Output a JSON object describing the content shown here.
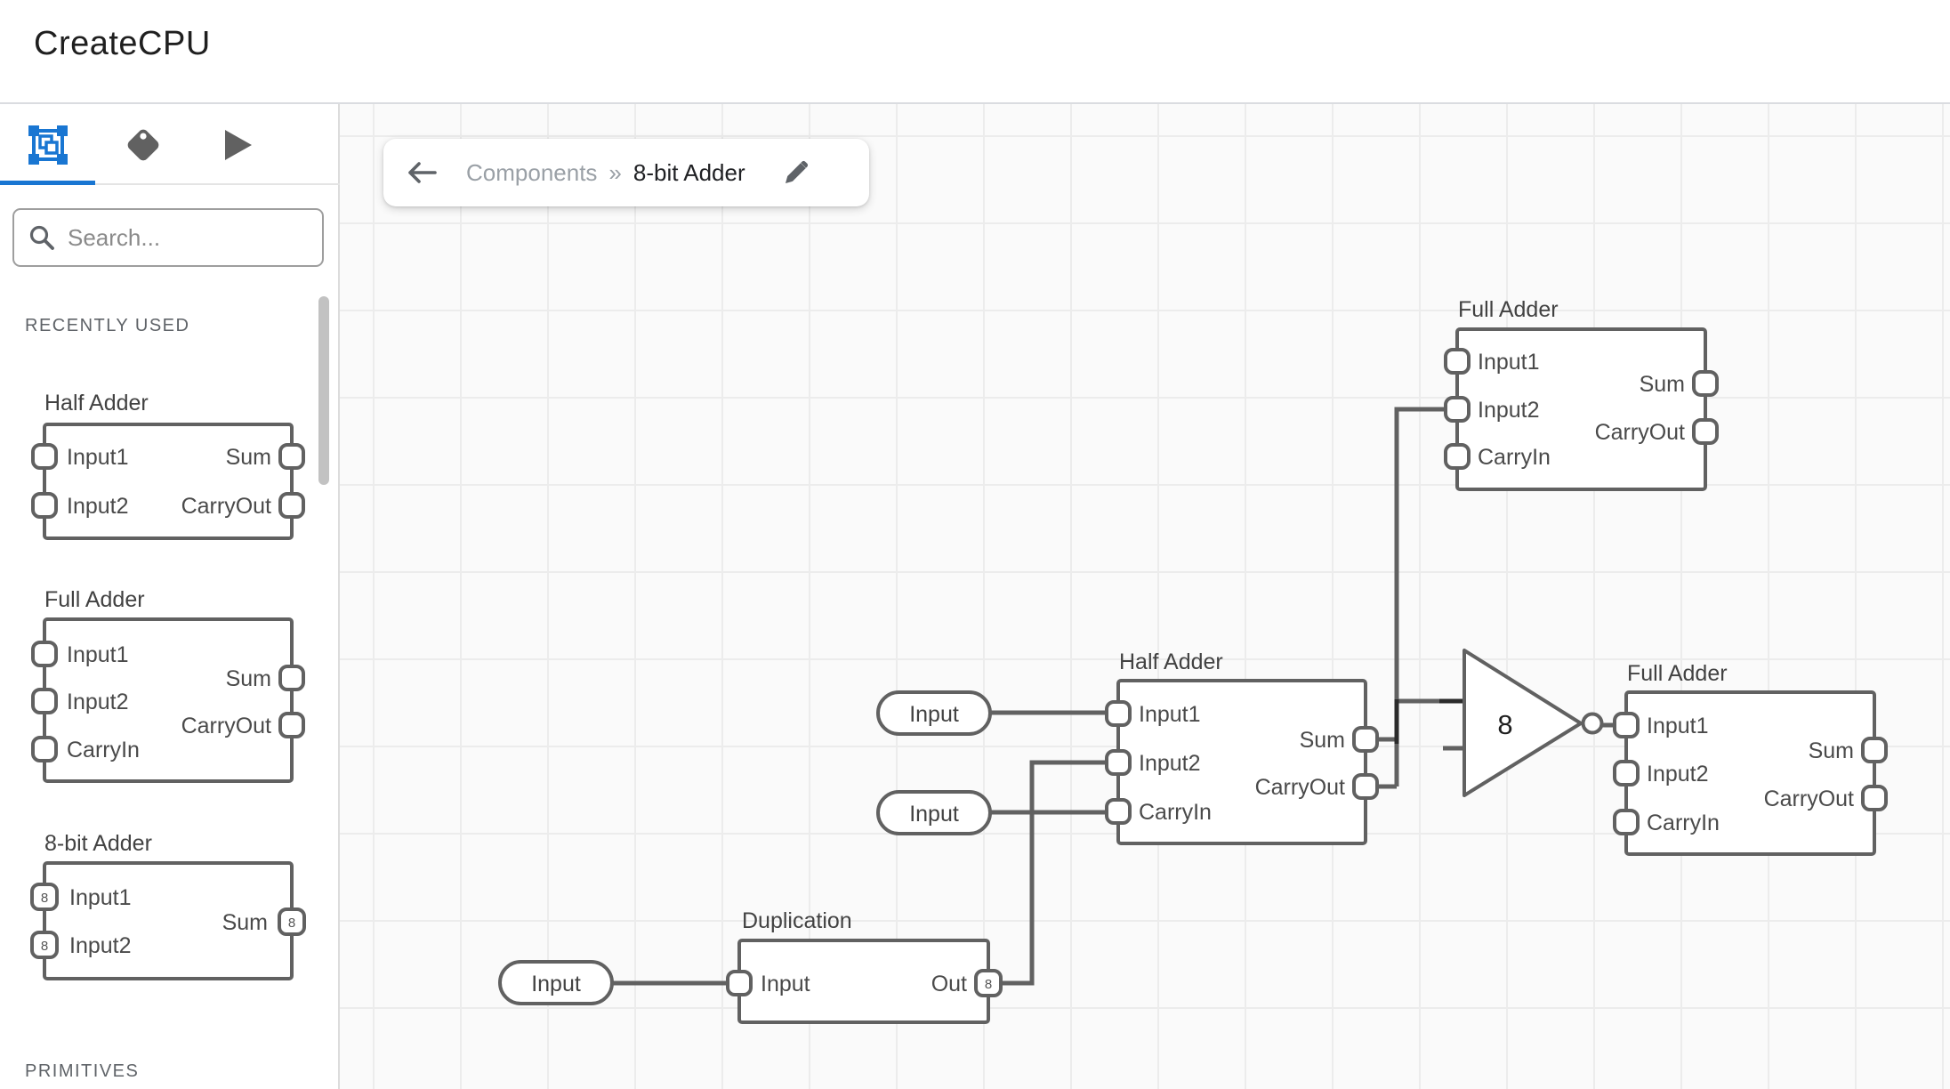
{
  "header": {
    "title": "CreateCPU"
  },
  "sidebar": {
    "search": {
      "placeholder": "Search..."
    },
    "sections": {
      "recent": "RECENTLY USED",
      "primitives": "PRIMITIVES"
    },
    "previews": [
      {
        "title": "Half Adder",
        "inputs": [
          "Input1",
          "Input2"
        ],
        "outputs": [
          "Sum",
          "CarryOut"
        ]
      },
      {
        "title": "Full Adder",
        "inputs": [
          "Input1",
          "Input2",
          "CarryIn"
        ],
        "outputs": [
          "Sum",
          "CarryOut"
        ]
      },
      {
        "title": "8-bit Adder",
        "inputs": [
          "Input1",
          "Input2"
        ],
        "outputs": [
          "Sum"
        ],
        "bus_width": "8"
      }
    ]
  },
  "breadcrumb": {
    "path": "Components",
    "separator": "»",
    "current": "8-bit Adder"
  },
  "canvas": {
    "pills": [
      {
        "label": "Input"
      },
      {
        "label": "Input"
      },
      {
        "label": "Input"
      }
    ],
    "half_adder": {
      "title": "Half Adder",
      "inputs": [
        "Input1",
        "Input2",
        "CarryIn"
      ],
      "outputs": [
        "Sum",
        "CarryOut"
      ]
    },
    "full_adder_top": {
      "title": "Full Adder",
      "inputs": [
        "Input1",
        "Input2",
        "CarryIn"
      ],
      "outputs": [
        "Sum",
        "CarryOut"
      ]
    },
    "full_adder_right": {
      "title": "Full Adder",
      "inputs": [
        "Input1",
        "Input2",
        "CarryIn"
      ],
      "outputs": [
        "Sum",
        "CarryOut"
      ]
    },
    "duplication": {
      "title": "Duplication",
      "input_label": "Input",
      "output_label": "Out",
      "bus_width": "8"
    },
    "gate": {
      "bus_width": "8"
    }
  },
  "colors": {
    "accent": "#1976d2",
    "wire": "#616161",
    "wire_selected": "#2b2b2b",
    "node_stroke": "#616161"
  }
}
